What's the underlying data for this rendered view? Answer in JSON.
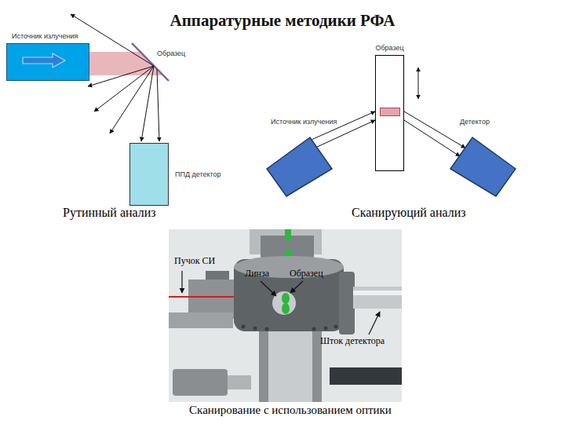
{
  "diagram": {
    "title": "Аппаратурные методики РФА",
    "nodes": [
      {
        "text": [
          "Источник излучения"
        ]
      },
      {
        "text": [
          "ППД детектор"
        ]
      },
      {
        "text": [
          "Образец"
        ]
      },
      {
        "text": [
          "Источник излучения"
        ]
      },
      {
        "text": [
          "Детектор"
        ]
      }
    ],
    "edges": [
      {
        "from": 3,
        "to": 2,
        "arrow": "to"
      },
      {
        "from": 2,
        "to": 4,
        "arrow": "to"
      }
    ],
    "labels": [
      "Образец",
      "Рутинный анализ",
      "Сканируюций анализ",
      "Пучок СИ",
      "Линза",
      "Образец",
      "Шток детектора",
      "Сканирование с использованием оптики"
    ]
  }
}
